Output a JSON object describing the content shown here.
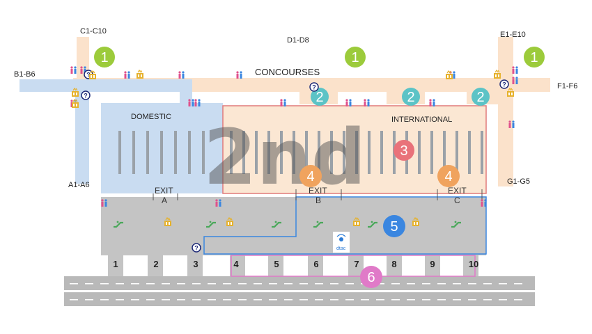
{
  "floor_label": "2nd",
  "pier_labels": {
    "c": "C1-C10",
    "d": "D1-D8",
    "e": "E1-E10",
    "b": "B1-B6",
    "f": "F1-F6",
    "a": "A1-A6",
    "g": "G1-G5"
  },
  "zone_labels": {
    "concourses": "CONCOURSES",
    "domestic": "DOMESTIC",
    "international": "INTERNATIONAL"
  },
  "exits": [
    {
      "word": "EXIT",
      "letter": "A"
    },
    {
      "word": "EXIT",
      "letter": "B"
    },
    {
      "word": "EXIT",
      "letter": "C"
    }
  ],
  "badges": {
    "concourse": "1",
    "transfer": "2",
    "international": "3",
    "immigration": "4",
    "hall": "5",
    "curbside": "6"
  },
  "door_numbers": [
    "1",
    "2",
    "3",
    "4",
    "5",
    "6",
    "7",
    "8",
    "9",
    "10"
  ],
  "brand_text": "dtac",
  "colors": {
    "badge_green": "#9ccb3b",
    "badge_teal": "#5cc3c6",
    "badge_red": "#e9727a",
    "badge_orange": "#f0a35e",
    "badge_blue": "#3a86e0",
    "badge_pink": "#e07ac8",
    "domestic_zone": "#c9dcf1",
    "international_zone": "#fbe7d3",
    "concourse_fill": "#fbe2cb",
    "hall_gray": "#c4c4c4",
    "road_gray": "#b9b9b9"
  },
  "icons": [
    "restroom-icon",
    "information-icon",
    "elevator-icon",
    "escalator-icon",
    "mobile-operator-icon"
  ]
}
